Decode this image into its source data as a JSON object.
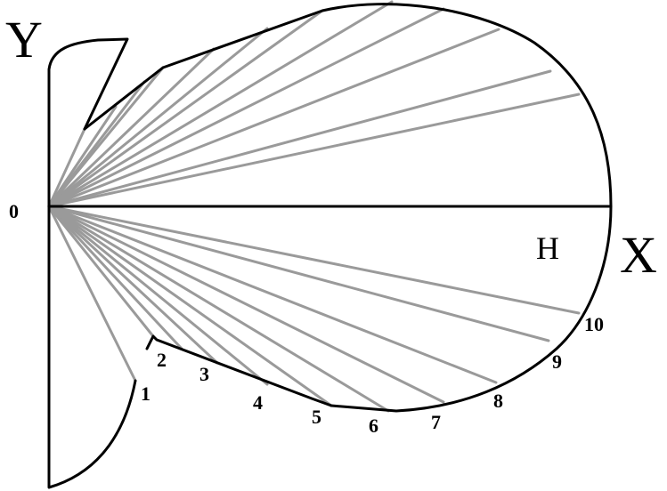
{
  "labels": {
    "y_axis": "Y",
    "x_axis": "X",
    "origin": "0",
    "h": "H"
  },
  "station_numbers": [
    "1",
    "2",
    "3",
    "4",
    "5",
    "6",
    "7",
    "8",
    "9",
    "10"
  ],
  "colors": {
    "outline": "#000000",
    "rays": "#9a9a9a",
    "background": "#ffffff"
  }
}
